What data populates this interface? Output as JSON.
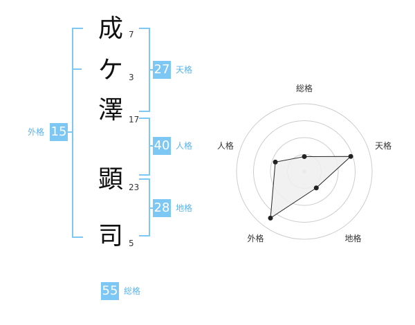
{
  "name": {
    "chars": [
      {
        "char": "成",
        "strokes": "7"
      },
      {
        "char": "ケ",
        "strokes": "3"
      },
      {
        "char": "澤",
        "strokes": "17"
      },
      {
        "char": "顕",
        "strokes": "23"
      },
      {
        "char": "司",
        "strokes": "5"
      }
    ]
  },
  "kakusu": {
    "tenkaku": {
      "value": "27",
      "label": "天格"
    },
    "jinkaku": {
      "value": "40",
      "label": "人格"
    },
    "chikaku": {
      "value": "28",
      "label": "地格"
    },
    "gaikaku": {
      "value": "15",
      "label": "外格"
    },
    "soukaku": {
      "value": "55",
      "label": "総格"
    }
  },
  "chart_data": {
    "type": "radar",
    "axes": [
      "総格",
      "天格",
      "地格",
      "外格",
      "人格"
    ],
    "values": [
      0.22,
      0.72,
      0.3,
      0.85,
      0.45
    ],
    "rings": 4,
    "colors": {
      "fill": "#eeeeee",
      "stroke": "#222222",
      "grid": "#cccccc",
      "accent": "#7cc7f3"
    }
  }
}
